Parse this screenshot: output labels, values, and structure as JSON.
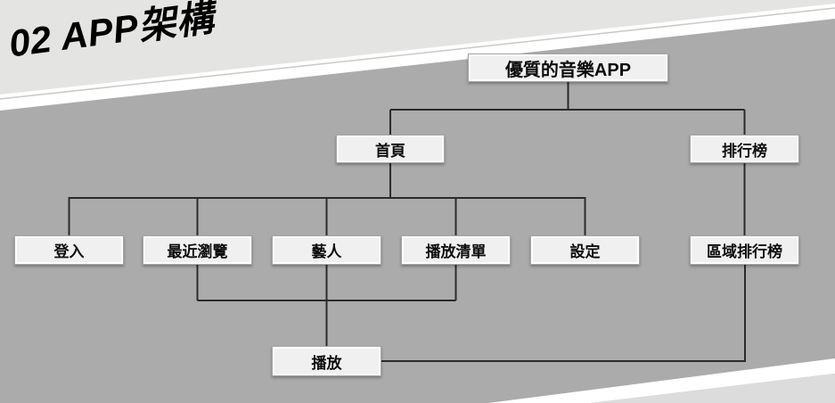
{
  "slide": {
    "title": "02 APP架構"
  },
  "colors": {
    "background": "#ababab",
    "band": "#e4e4e2",
    "stripe": "#ffffff",
    "corner": "#dcdcdc",
    "line": "#2b2b2b",
    "node_fill": "#f0f0f0",
    "node_border": "#a6a6a6",
    "text": "#0d0d0d"
  },
  "diagram": {
    "nodes": [
      {
        "id": "root",
        "label": "優質的音樂APP"
      },
      {
        "id": "home",
        "label": "首頁"
      },
      {
        "id": "rankings",
        "label": "排行榜"
      },
      {
        "id": "login",
        "label": "登入"
      },
      {
        "id": "recent",
        "label": "最近瀏覽"
      },
      {
        "id": "artists",
        "label": "藝人"
      },
      {
        "id": "playlist",
        "label": "播放清單"
      },
      {
        "id": "settings",
        "label": "設定"
      },
      {
        "id": "regional",
        "label": "區域排行榜"
      },
      {
        "id": "play",
        "label": "播放"
      }
    ],
    "edges": [
      {
        "from": "root",
        "to": "home"
      },
      {
        "from": "root",
        "to": "rankings"
      },
      {
        "from": "home",
        "to": "login"
      },
      {
        "from": "home",
        "to": "recent"
      },
      {
        "from": "home",
        "to": "artists"
      },
      {
        "from": "home",
        "to": "playlist"
      },
      {
        "from": "home",
        "to": "settings"
      },
      {
        "from": "rankings",
        "to": "regional"
      },
      {
        "from": "recent",
        "to": "play"
      },
      {
        "from": "artists",
        "to": "play"
      },
      {
        "from": "playlist",
        "to": "play"
      },
      {
        "from": "regional",
        "to": "play"
      }
    ]
  }
}
